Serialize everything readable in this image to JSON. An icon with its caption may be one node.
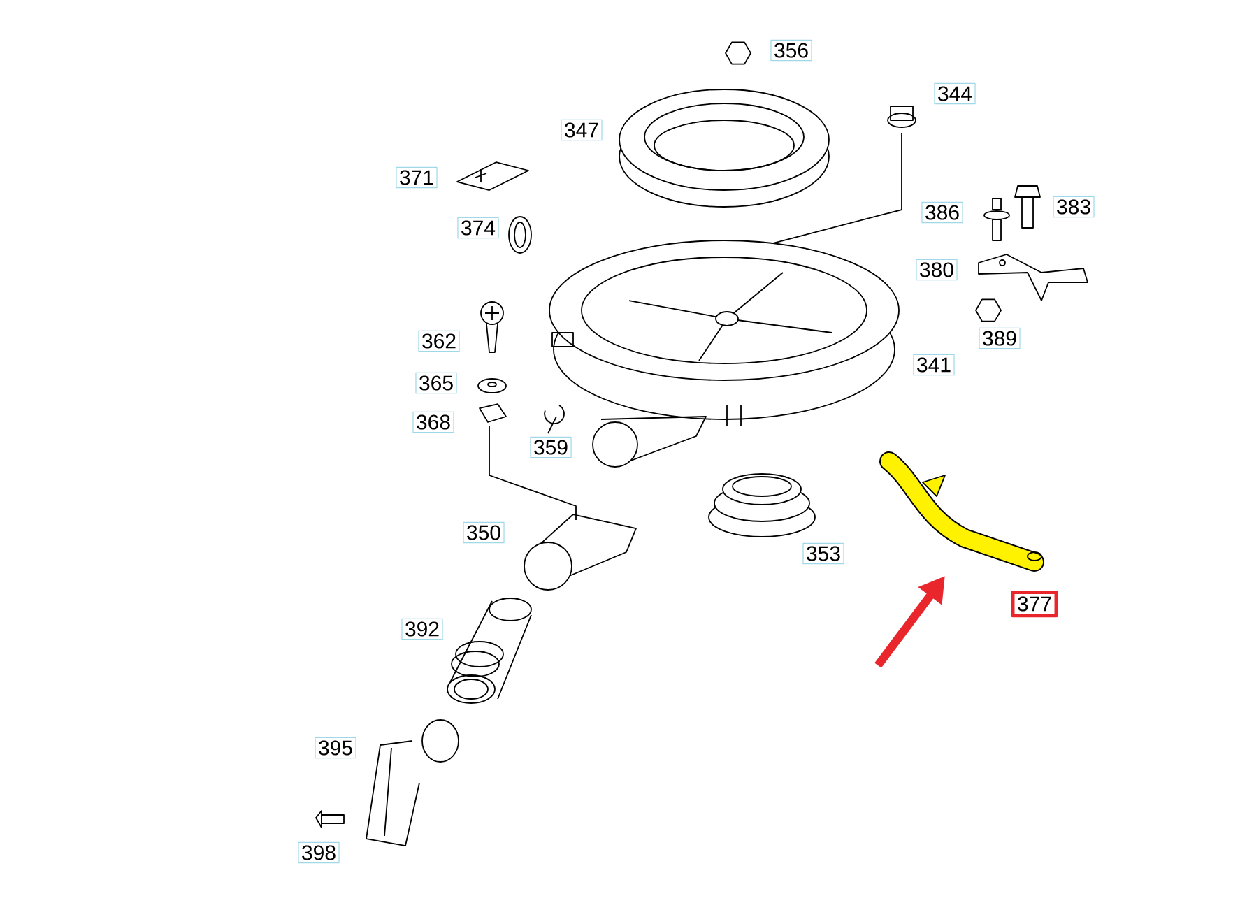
{
  "diagram": {
    "labels": [
      "356",
      "344",
      "347",
      "371",
      "386",
      "383",
      "374",
      "380",
      "362",
      "389",
      "341",
      "365",
      "368",
      "359",
      "350",
      "353",
      "377",
      "392",
      "395",
      "398"
    ]
  }
}
